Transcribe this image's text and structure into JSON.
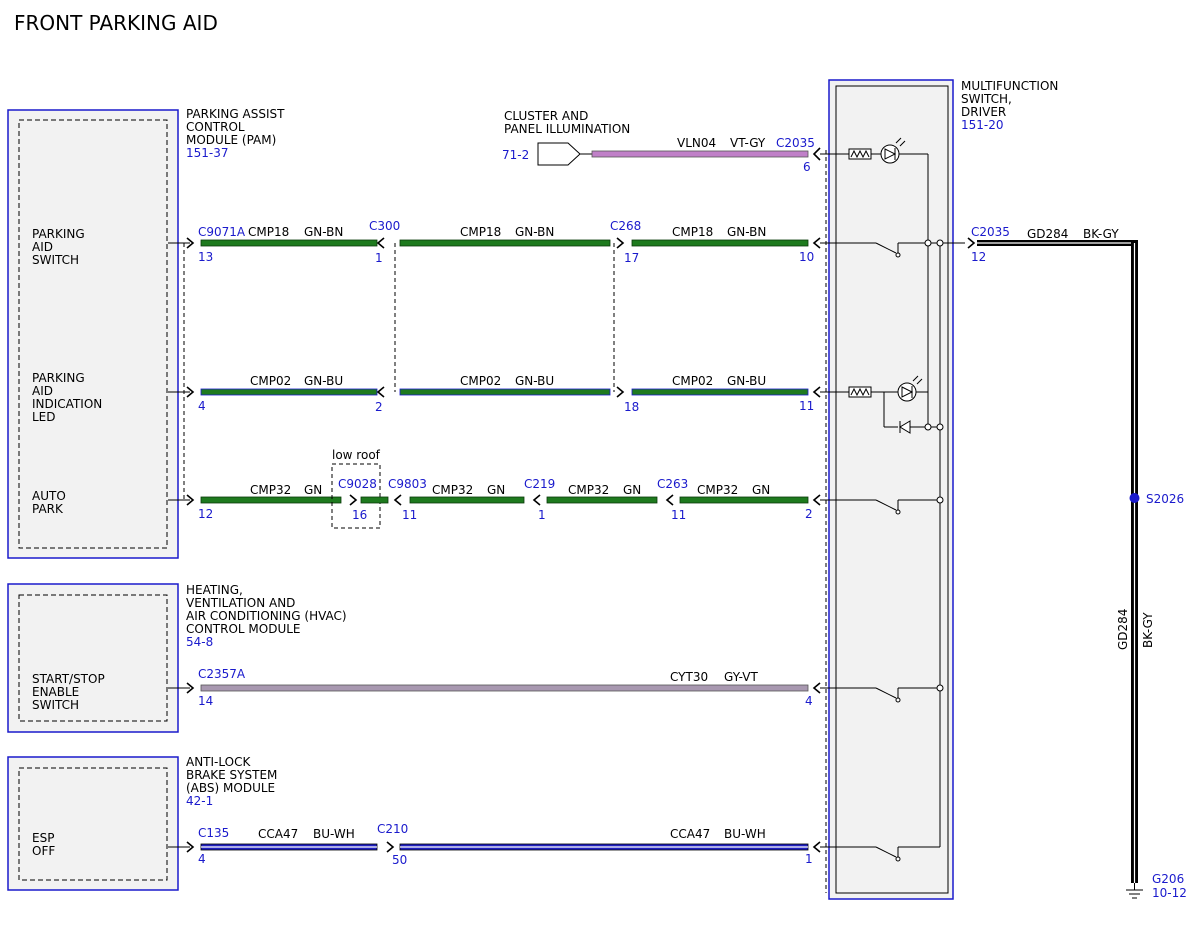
{
  "title": "FRONT PARKING AID",
  "modules": {
    "pam": {
      "name_lines": [
        "PARKING ASSIST",
        "CONTROL",
        "MODULE (PAM)"
      ],
      "ref": "151-37"
    },
    "hvac": {
      "name_lines": [
        "HEATING,",
        "VENTILATION AND",
        "AIR CONDITIONING (HVAC)",
        "CONTROL MODULE"
      ],
      "ref": "54-8"
    },
    "abs": {
      "name_lines": [
        "ANTI-LOCK",
        "BRAKE SYSTEM",
        "(ABS) MODULE"
      ],
      "ref": "42-1"
    },
    "mfs": {
      "name_lines": [
        "MULTIFUNCTION",
        "SWITCH,",
        "DRIVER"
      ],
      "ref": "151-20"
    },
    "cluster": {
      "name_lines": [
        "CLUSTER AND",
        "PANEL ILLUMINATION"
      ],
      "ref": "71-2"
    }
  },
  "functions": {
    "parking_aid_switch": [
      "PARKING",
      "AID",
      "SWITCH"
    ],
    "parking_aid_led": [
      "PARKING",
      "AID",
      "INDICATION",
      "LED"
    ],
    "auto_park": [
      "AUTO",
      "PARK"
    ],
    "start_stop": [
      "START/STOP",
      "ENABLE",
      "SWITCH"
    ],
    "esp_off": [
      "ESP",
      "OFF"
    ]
  },
  "circuits": {
    "vln04": {
      "name": "VLN04",
      "color": "VT-GY",
      "connector": "C2035",
      "pin": "6",
      "wire_color": "#c080c8"
    },
    "cmp18": {
      "name": "CMP18",
      "color": "GN-BN",
      "wire_color": "#1e7a1e",
      "c1": "C9071A",
      "p1": "13",
      "c2": "C300",
      "p2": "1",
      "c3": "C268",
      "p3": "17",
      "p4": "10"
    },
    "cmp02": {
      "name": "CMP02",
      "color": "GN-BU",
      "wire_color": "#1e7a1e",
      "p1": "4",
      "p2": "2",
      "p3": "18",
      "p4": "11"
    },
    "cmp32": {
      "name": "CMP32",
      "color": "GN",
      "wire_color": "#1e7a1e",
      "p1": "12",
      "option": "low roof",
      "c_opt": "C9028",
      "p_opt": "16",
      "c2": "C9803",
      "p2": "11",
      "c3": "C219",
      "p3": "1",
      "c4": "C263",
      "p4": "11",
      "p5": "2"
    },
    "cyt30": {
      "name": "CYT30",
      "color": "GY-VT",
      "wire_color": "#a898b0",
      "c1": "C2357A",
      "p1": "14",
      "p2": "4"
    },
    "cca47": {
      "name": "CCA47",
      "color": "BU-WH",
      "wire_color": "#2020c0",
      "c1": "C135",
      "p1": "4",
      "c2": "C210",
      "p2": "50",
      "p3": "1"
    },
    "gd284": {
      "name": "GD284",
      "color": "BK-GY",
      "connector": "C2035",
      "pin": "12",
      "splice": "S2026",
      "ground": "G206",
      "ground_ref": "10-12",
      "wire_color": "#000000"
    }
  }
}
